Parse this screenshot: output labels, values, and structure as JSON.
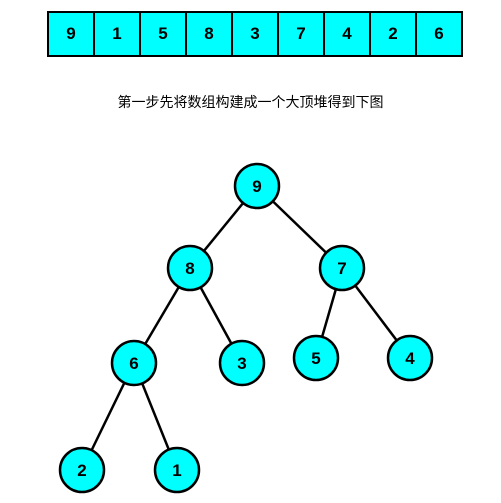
{
  "array": [
    "9",
    "1",
    "5",
    "8",
    "3",
    "7",
    "4",
    "2",
    "6"
  ],
  "caption": "第一步先将数组构建成一个大顶堆得到下图",
  "tree": {
    "nodes": [
      {
        "id": "n9",
        "label": "9"
      },
      {
        "id": "n8",
        "label": "8"
      },
      {
        "id": "n7",
        "label": "7"
      },
      {
        "id": "n6",
        "label": "6"
      },
      {
        "id": "n3",
        "label": "3"
      },
      {
        "id": "n5",
        "label": "5"
      },
      {
        "id": "n4",
        "label": "4"
      },
      {
        "id": "n2",
        "label": "2"
      },
      {
        "id": "n1",
        "label": "1"
      }
    ],
    "edges": [
      [
        "n9",
        "n8"
      ],
      [
        "n9",
        "n7"
      ],
      [
        "n8",
        "n6"
      ],
      [
        "n8",
        "n3"
      ],
      [
        "n7",
        "n5"
      ],
      [
        "n7",
        "n4"
      ],
      [
        "n6",
        "n2"
      ],
      [
        "n6",
        "n1"
      ]
    ]
  },
  "colors": {
    "node_fill": "#00ffff",
    "stroke": "#000000"
  }
}
